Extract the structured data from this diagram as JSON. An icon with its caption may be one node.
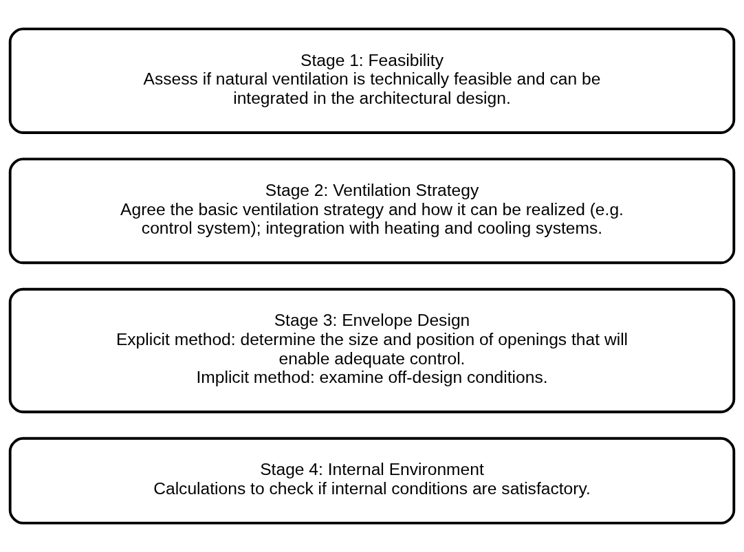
{
  "diagram": {
    "nodes": [
      {
        "text": [
          "Stage 1: Feasibility",
          "Assess if natural ventilation is technically feasible and can be integrated in the architectural design."
        ]
      },
      {
        "text": [
          "Stage 2: Ventilation Strategy",
          "Agree the basic ventilation strategy and how it can be realized (e.g. control system); integration with heating and cooling systems."
        ]
      },
      {
        "text": [
          "Stage 3: Envelope Design",
          "Explicit method: determine the size and position of openings that will enable adequate control.",
          "Implicit method: examine off-design conditions."
        ]
      },
      {
        "text": [
          "Stage 4: Internal Environment",
          "Calculations to check if internal conditions are satisfactory."
        ]
      }
    ]
  }
}
